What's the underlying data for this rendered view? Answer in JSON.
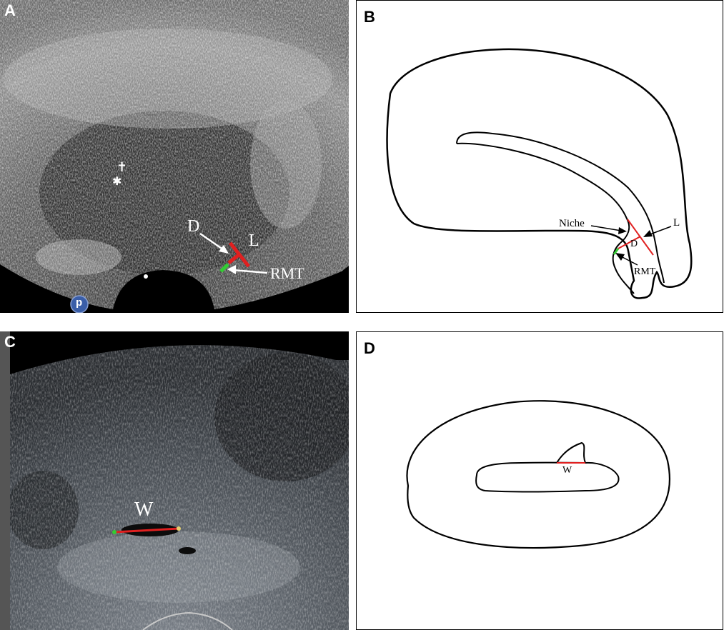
{
  "panels": {
    "a": {
      "letter": "A",
      "labels": {
        "d": "D",
        "l": "L",
        "rmt": "RMT"
      },
      "probe_badge": "p",
      "marker_cross": "✝",
      "marker_star": "✱"
    },
    "b": {
      "letter": "B",
      "labels": {
        "niche": "Niche",
        "l": "L",
        "d": "D",
        "rmt": "RMT"
      }
    },
    "c": {
      "letter": "C",
      "labels": {
        "w": "W"
      }
    },
    "d": {
      "letter": "D",
      "labels": {
        "w": "W"
      }
    }
  },
  "colors": {
    "measure_red": "#e02020",
    "measure_green": "#33cc33",
    "outline": "#000000"
  }
}
